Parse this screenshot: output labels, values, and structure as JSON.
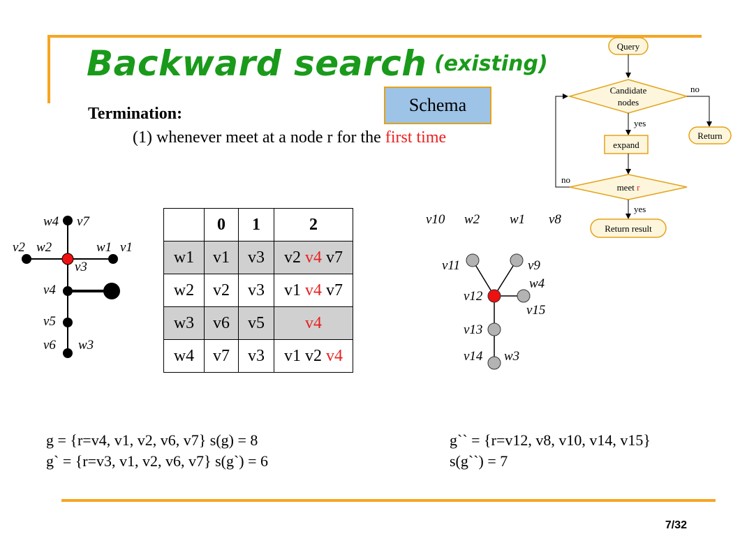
{
  "title": "Backward search",
  "title_suffix": "(existing)",
  "schema_label": "Schema",
  "termination": {
    "heading": "Termination:",
    "rule_prefix": "(1) whenever meet at a node r for the ",
    "rule_highlight": "first time"
  },
  "flowchart": {
    "query": "Query",
    "candidate_line1": "Candidate",
    "candidate_line2": "nodes",
    "no_label_top": "no",
    "return": "Return",
    "yes_label_1": "yes",
    "expand": "expand",
    "no_label_left": "no",
    "meet_prefix": "meet ",
    "meet_r": "r",
    "yes_label_2": "yes",
    "return_result": "Return result"
  },
  "left_graph_labels": {
    "w4": "w4",
    "v7": "v7",
    "v2": "v2",
    "w2": "w2",
    "w1": "w1",
    "v1": "v1",
    "v3": "v3",
    "v4": "v4",
    "v5": "v5",
    "v6": "v6",
    "w3": "w3"
  },
  "right_graph_labels": {
    "v10": "v10",
    "w2": "w2",
    "w1": "w1",
    "v8": "v8",
    "v11": "v11",
    "v9": "v9",
    "w4": "w4",
    "v12": "v12",
    "v15": "v15",
    "v13": "v13",
    "v14": "v14",
    "w3": "w3"
  },
  "table": {
    "headers": [
      "",
      "0",
      "1",
      "2"
    ],
    "rows": [
      {
        "w": "w1",
        "c0": "v1",
        "c1": "v3",
        "c2a": "v2 ",
        "c2red": "v4",
        "c2b": " v7"
      },
      {
        "w": "w2",
        "c0": "v2",
        "c1": "v3",
        "c2a": "v1 ",
        "c2red": "v4",
        "c2b": " v7"
      },
      {
        "w": "w3",
        "c0": "v6",
        "c1": "v5",
        "c2a": "",
        "c2red": "v4",
        "c2b": ""
      },
      {
        "w": "w4",
        "c0": "v7",
        "c1": "v3",
        "c2a": "v1 v2 ",
        "c2red": "v4",
        "c2b": ""
      }
    ]
  },
  "formulas": {
    "g": "g = {r=v4, v1, v2, v6, v7}    s(g) = 8",
    "g1": "g` = {r=v3, v1, v2, v6, v7}   s(g`) = 6",
    "g2": "g`` = {r=v12, v8, v10, v14, v15}",
    "g2s": "s(g``) = 7"
  },
  "page_number": "7/32",
  "colors": {
    "title_green": "#1a9a1a",
    "accent_orange": "#f5a623",
    "highlight_red": "#e82020",
    "schema_blue": "#9dc3e6",
    "flow_box": "#fdf6dc"
  }
}
